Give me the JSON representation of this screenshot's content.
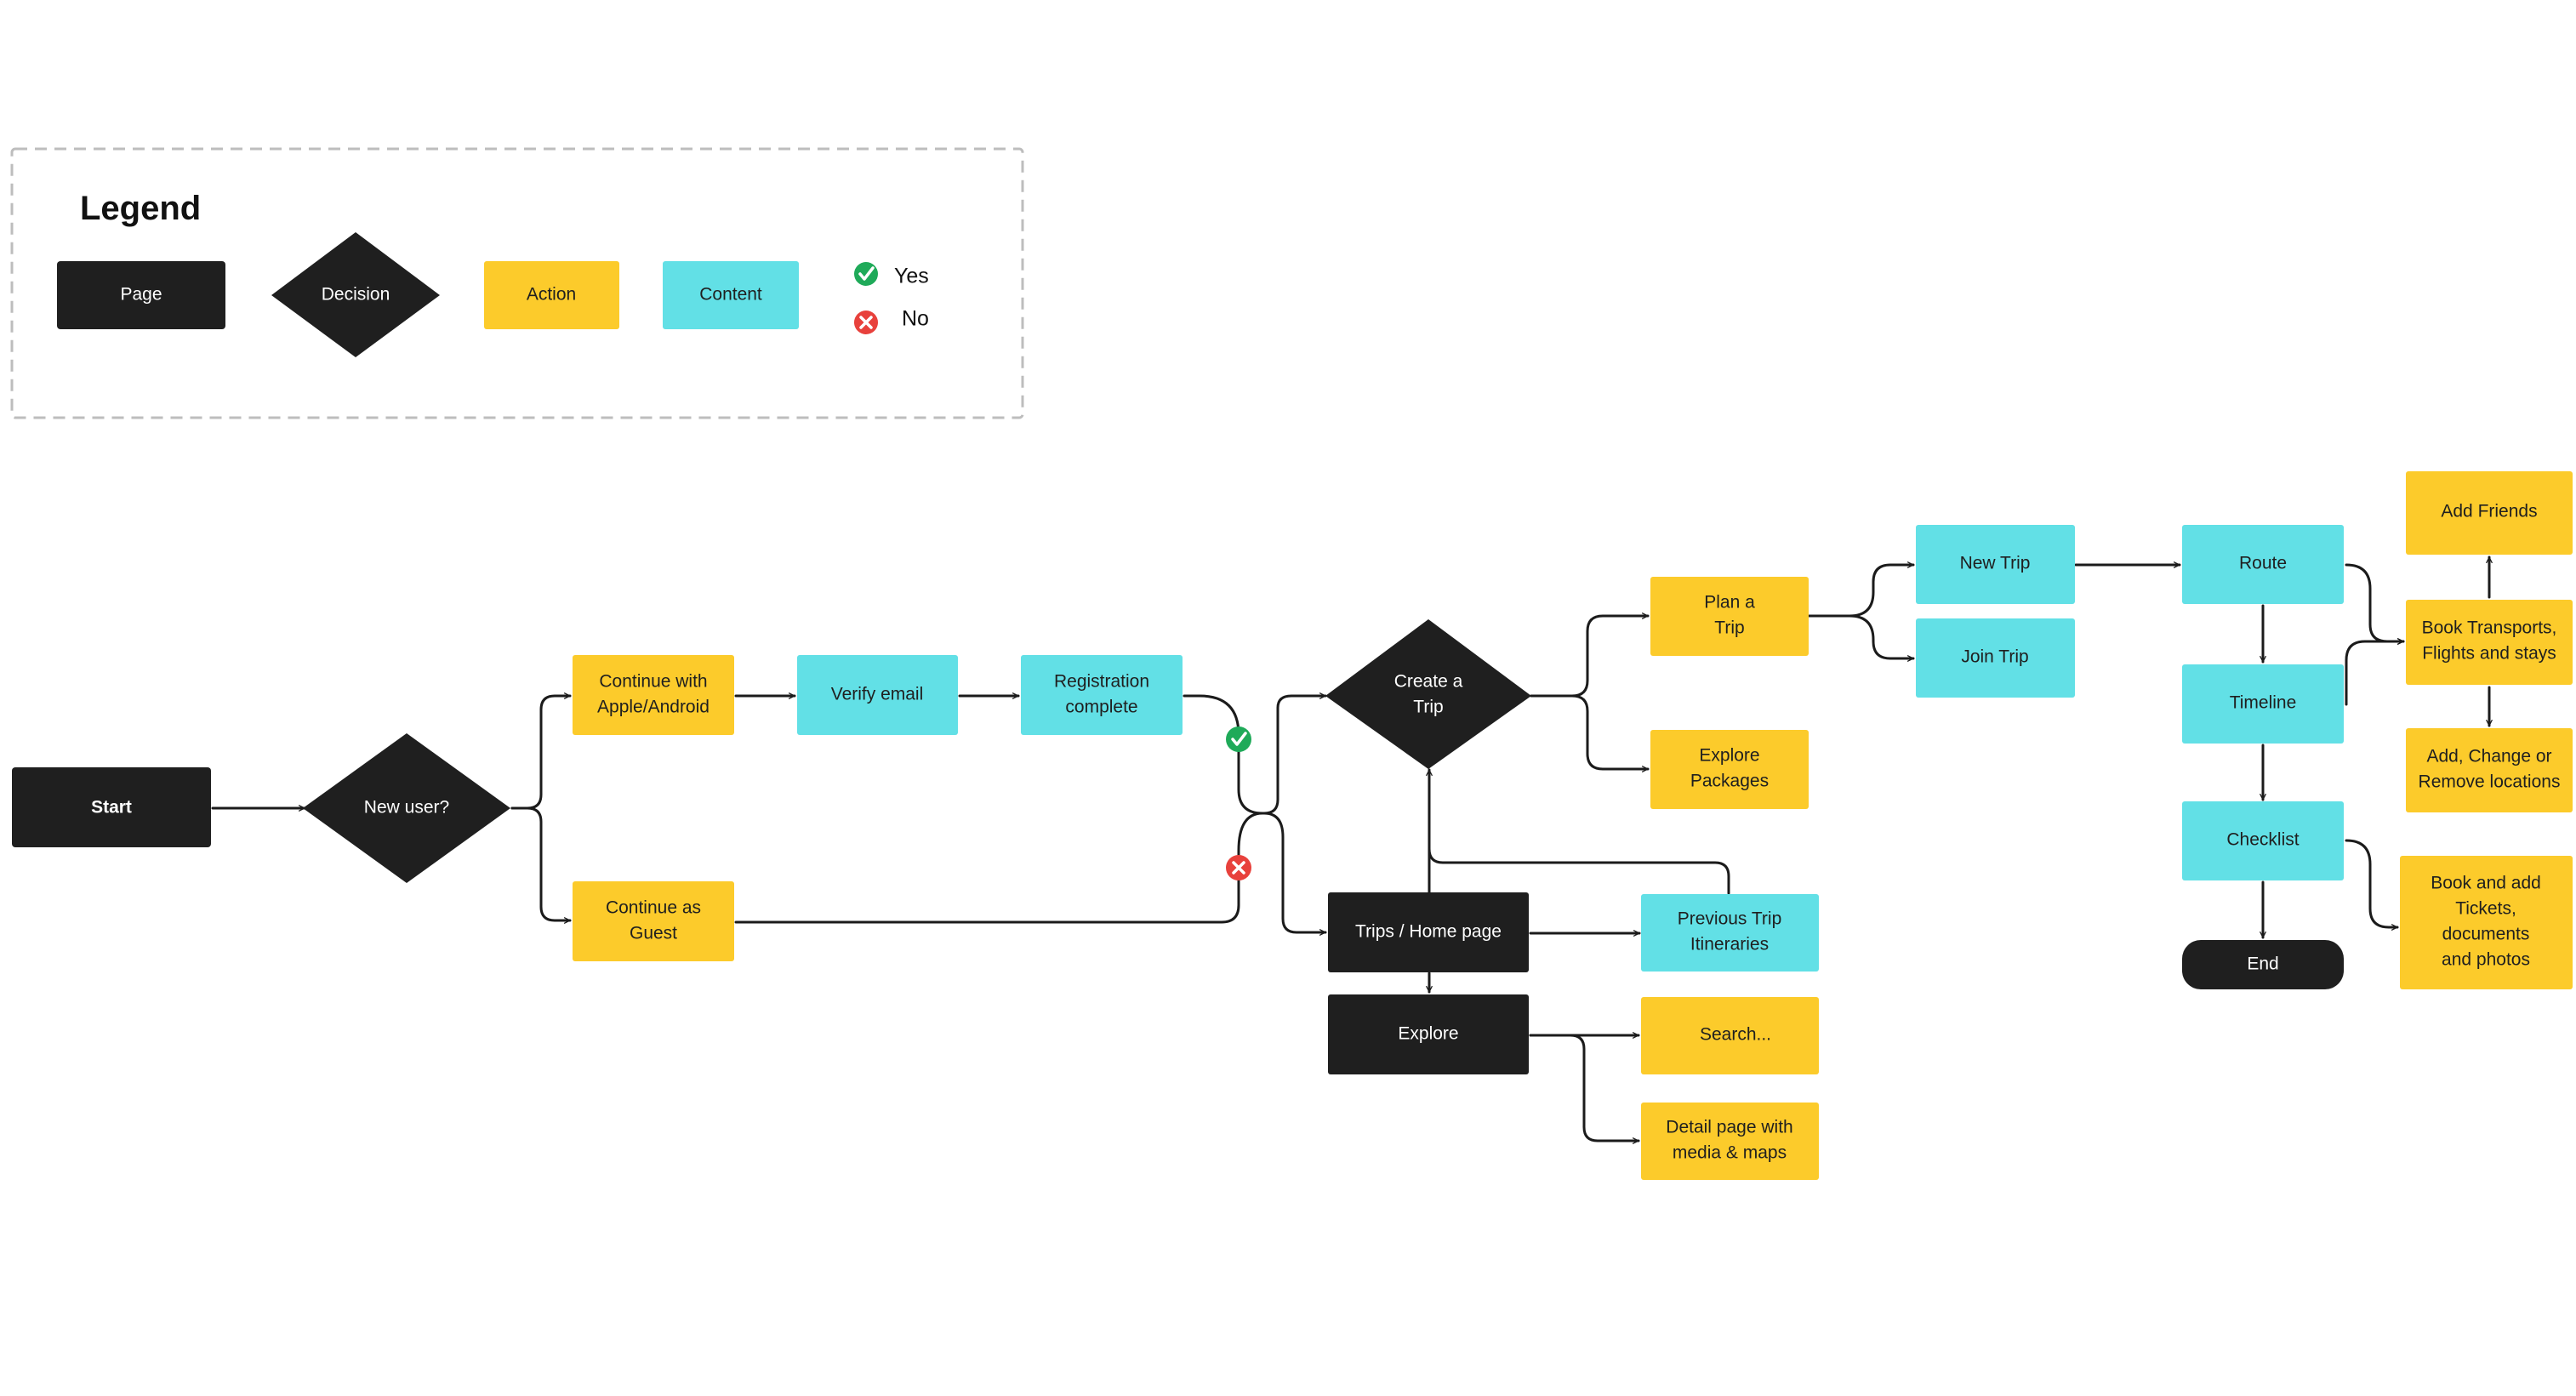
{
  "colors": {
    "page": "#1f1f1f",
    "decision": "#1f1f1f",
    "action": "#fccb2b",
    "content": "#62e0e6",
    "yes": "#1faa59",
    "no": "#e8413c",
    "line": "#1b1b1b",
    "legend_border": "#bdbdbd"
  },
  "legend": {
    "title": "Legend",
    "page": "Page",
    "decision": "Decision",
    "action": "Action",
    "content": "Content",
    "yes": "Yes",
    "no": "No"
  },
  "nodes": {
    "start": "Start",
    "new_user": "New user?",
    "continue_apple": [
      "Continue with",
      "Apple/Android"
    ],
    "continue_guest": [
      "Continue as",
      "Guest"
    ],
    "verify_email": "Verify email",
    "registration": [
      "Registration",
      "complete"
    ],
    "create_trip": [
      "Create a",
      "Trip"
    ],
    "trips_home": "Trips / Home page",
    "explore": "Explore",
    "plan_trip": [
      "Plan a",
      "Trip"
    ],
    "explore_packages": [
      "Explore",
      "Packages"
    ],
    "previous_trip": [
      "Previous Trip",
      "Itineraries"
    ],
    "search": "Search...",
    "detail_page": [
      "Detail page with",
      "media & maps"
    ],
    "new_trip": "New Trip",
    "join_trip": "Join Trip",
    "route": "Route",
    "timeline": "Timeline",
    "checklist": "Checklist",
    "end": "End",
    "add_friends": "Add Friends",
    "book_transports": [
      "Book Transports,",
      "Flights and stays"
    ],
    "add_change": [
      "Add, Change or",
      "Remove locations"
    ],
    "book_tickets": [
      "Book and add",
      "Tickets,",
      "documents",
      "and photos"
    ]
  }
}
